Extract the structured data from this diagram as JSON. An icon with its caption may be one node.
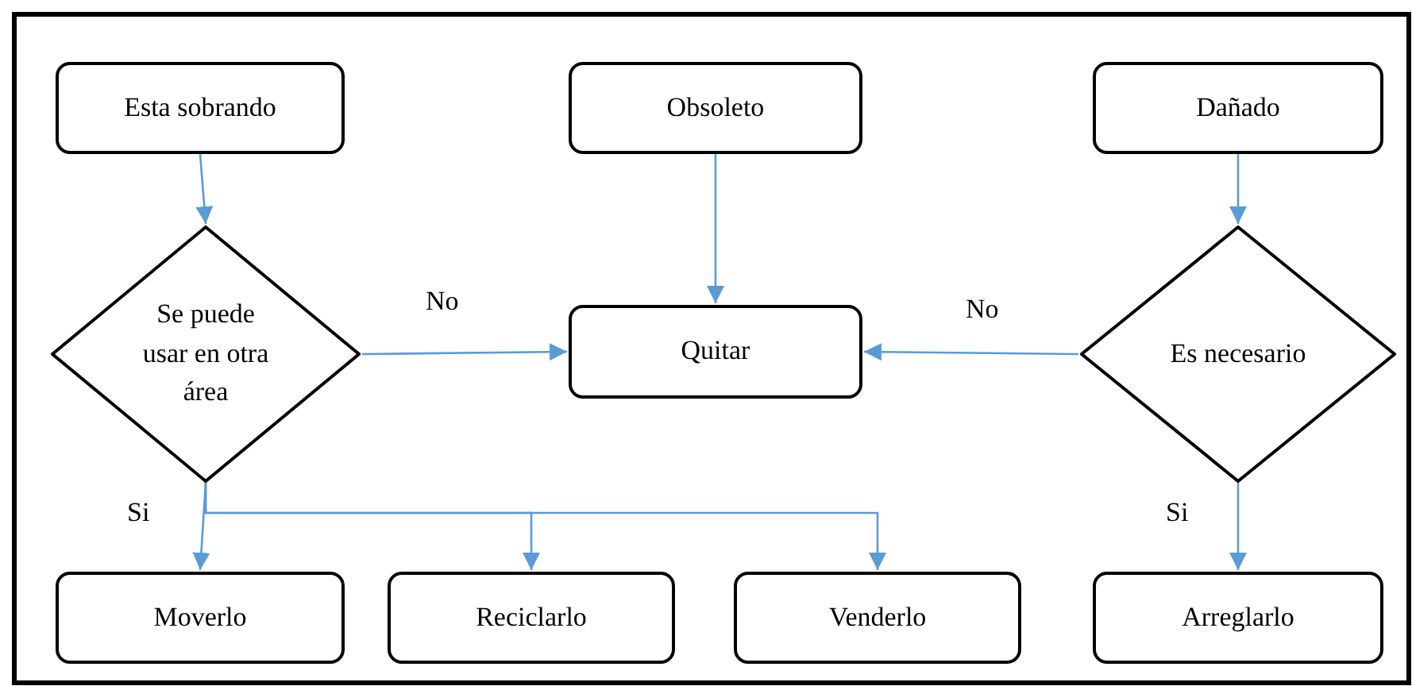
{
  "diagram": {
    "nodes": [
      {
        "text": [
          "Esta sobrando"
        ]
      },
      {
        "text": [
          "Obsoleto"
        ]
      },
      {
        "text": [
          "Dañado"
        ]
      },
      {
        "text": [
          "Se puede usar en otra área"
        ]
      },
      {
        "text": [
          "Quitar"
        ]
      },
      {
        "text": [
          "Es necesario"
        ]
      },
      {
        "text": [
          "Moverlo"
        ]
      },
      {
        "text": [
          "Reciclarlo"
        ]
      },
      {
        "text": [
          "Venderlo"
        ]
      },
      {
        "text": [
          "Arreglarlo"
        ]
      }
    ],
    "edges": [
      {
        "from": 0,
        "to": 3,
        "arrow": "to"
      },
      {
        "from": 1,
        "to": 4,
        "arrow": "to"
      },
      {
        "from": 2,
        "to": 5,
        "arrow": "to"
      },
      {
        "from": 3,
        "to": 4,
        "arrow": "to",
        "label": "No"
      },
      {
        "from": 5,
        "to": 4,
        "arrow": "to",
        "label": "No"
      },
      {
        "from": 3,
        "to": 6,
        "arrow": "to",
        "label": "Si"
      },
      {
        "from": 3,
        "to": 7,
        "arrow": "to"
      },
      {
        "from": 3,
        "to": 8,
        "arrow": "to"
      },
      {
        "from": 5,
        "to": 9,
        "arrow": "to",
        "label": "Si"
      }
    ]
  }
}
